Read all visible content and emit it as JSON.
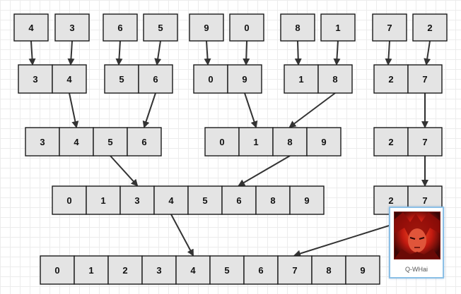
{
  "diagram": {
    "title": "",
    "type": "merge-sort-tree",
    "colors": {
      "cell_fill": "#e4e4e4",
      "cell_border": "#1a1a1a",
      "arrow": "#333333"
    },
    "levels": [
      {
        "name": "input",
        "groups": [
          [
            "4"
          ],
          [
            "3"
          ],
          [
            "6"
          ],
          [
            "5"
          ],
          [
            "9"
          ],
          [
            "0"
          ],
          [
            "8"
          ],
          [
            "1"
          ],
          [
            "7"
          ],
          [
            "2"
          ]
        ]
      },
      {
        "name": "merge-pairs",
        "groups": [
          [
            "3",
            "4"
          ],
          [
            "5",
            "6"
          ],
          [
            "0",
            "9"
          ],
          [
            "1",
            "8"
          ],
          [
            "2",
            "7"
          ]
        ]
      },
      {
        "name": "merge-quads",
        "groups": [
          [
            "3",
            "4",
            "5",
            "6"
          ],
          [
            "0",
            "1",
            "8",
            "9"
          ],
          [
            "2",
            "7"
          ]
        ]
      },
      {
        "name": "merge-eight",
        "groups": [
          [
            "0",
            "1",
            "3",
            "4",
            "5",
            "6",
            "8",
            "9"
          ],
          [
            "2",
            "7"
          ]
        ]
      },
      {
        "name": "final",
        "groups": [
          [
            "0",
            "1",
            "2",
            "3",
            "4",
            "5",
            "6",
            "7",
            "8",
            "9"
          ]
        ]
      }
    ],
    "edges": [
      [
        "0.0",
        "1.0"
      ],
      [
        "0.1",
        "1.0"
      ],
      [
        "0.2",
        "1.1"
      ],
      [
        "0.3",
        "1.1"
      ],
      [
        "0.4",
        "1.2"
      ],
      [
        "0.5",
        "1.2"
      ],
      [
        "0.6",
        "1.3"
      ],
      [
        "0.7",
        "1.3"
      ],
      [
        "0.8",
        "1.4"
      ],
      [
        "0.9",
        "1.4"
      ],
      [
        "1.0",
        "2.0"
      ],
      [
        "1.1",
        "2.0"
      ],
      [
        "1.2",
        "2.1"
      ],
      [
        "1.3",
        "2.1"
      ],
      [
        "1.4",
        "2.2"
      ],
      [
        "2.0",
        "3.0"
      ],
      [
        "2.1",
        "3.0"
      ],
      [
        "2.2",
        "3.1"
      ],
      [
        "3.0",
        "4.0"
      ],
      [
        "3.1",
        "4.0"
      ]
    ]
  },
  "avatar": {
    "caption": "Q-WHai",
    "icon": "avatar-portrait-icon"
  }
}
